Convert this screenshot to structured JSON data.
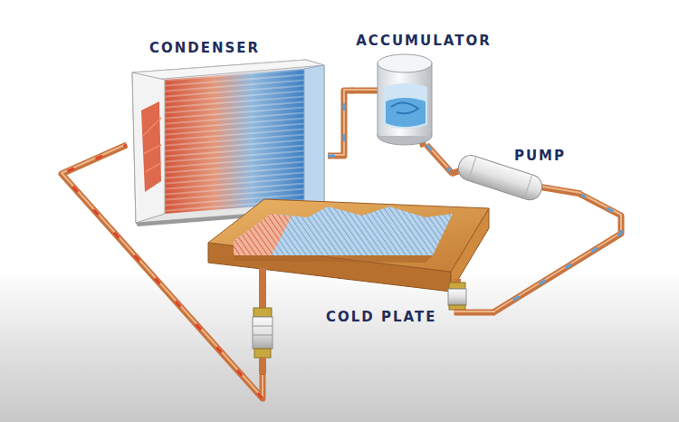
{
  "diagram": {
    "nodes": [
      {
        "text": [
          "CONDENSER"
        ]
      },
      {
        "text": [
          "ACCUMULATOR"
        ]
      },
      {
        "text": [
          "PUMP"
        ]
      },
      {
        "text": [
          "COLD PLATE"
        ]
      }
    ],
    "edges": [
      {
        "from": 0,
        "to": 1,
        "arrow": "none"
      },
      {
        "from": 1,
        "to": 2,
        "arrow": "none"
      },
      {
        "from": 2,
        "to": 3,
        "arrow": "none"
      },
      {
        "from": 3,
        "to": 0,
        "arrow": "none"
      }
    ]
  }
}
